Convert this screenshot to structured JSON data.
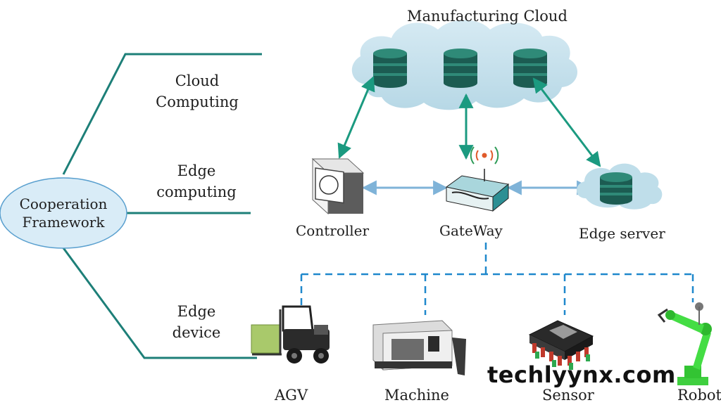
{
  "framework": {
    "label_line1": "Cooperation",
    "label_line2": "Framework"
  },
  "branches": [
    {
      "line1": "Cloud",
      "line2": "Computing"
    },
    {
      "line1": "Edge",
      "line2": "computing"
    },
    {
      "line1": "Edge",
      "line2": "device"
    }
  ],
  "cloud": {
    "title": "Manufacturing Cloud"
  },
  "nodes": {
    "controller": "Controller",
    "gateway": "GateWay",
    "edge_server": "Edge server"
  },
  "devices": {
    "agv": "AGV",
    "machine": "Machine",
    "sensor": "Sensor",
    "robot": "Robot"
  },
  "watermark": "techlyynx.com",
  "colors": {
    "branch_line": "#1d7f78",
    "cloud_fill": "#c4e1ec",
    "db_dark": "#1c5c52",
    "db_light": "#2f8a78",
    "arrow_green": "#1b9a80",
    "arrow_blue": "#7fb3d8",
    "dashed_blue": "#1f88cc",
    "ellipse_fill": "#d9ecf7",
    "ellipse_stroke": "#5aa0cf"
  }
}
